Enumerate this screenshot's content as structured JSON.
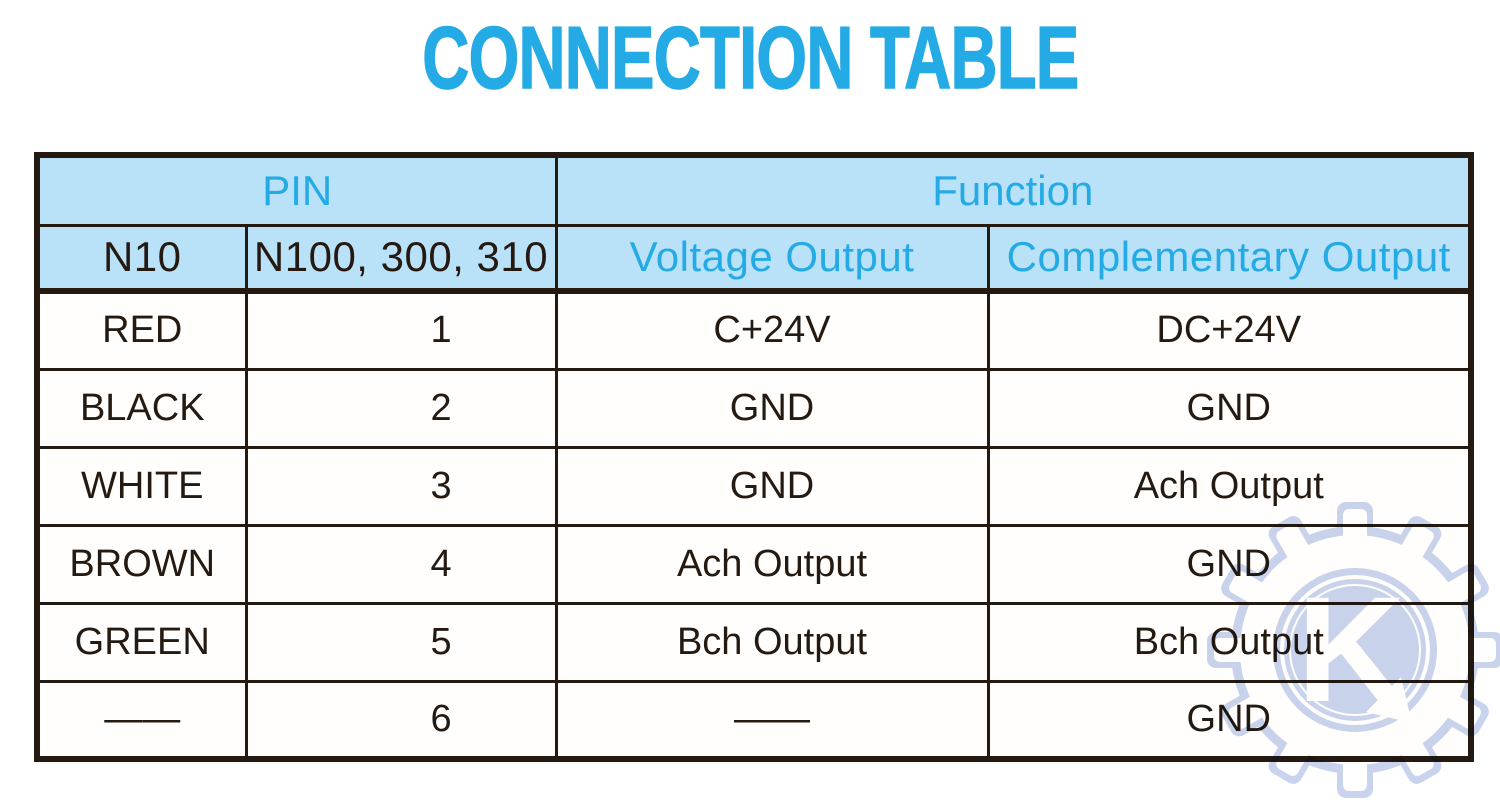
{
  "title": "CONNECTION TABLE",
  "colors": {
    "accent_cyan": "#24aae4",
    "header_bg": "#b9e2f8",
    "border_dark": "#251a12",
    "watermark_blue": "#c9d3ee"
  },
  "table": {
    "group_headers": [
      {
        "label": "PIN"
      },
      {
        "label": "Function"
      }
    ],
    "sub_headers": [
      {
        "label": "N10"
      },
      {
        "label": "N100, 300, 310"
      },
      {
        "label": "Voltage Output"
      },
      {
        "label": "Complementary Output"
      }
    ],
    "rows": [
      {
        "cells": [
          "RED",
          "1",
          "C+24V",
          "DC+24V"
        ]
      },
      {
        "cells": [
          "BLACK",
          "2",
          "GND",
          "GND"
        ]
      },
      {
        "cells": [
          "WHITE",
          "3",
          "GND",
          "Ach Output"
        ]
      },
      {
        "cells": [
          "BROWN",
          "4",
          "Ach Output",
          "GND"
        ]
      },
      {
        "cells": [
          "GREEN",
          "5",
          "Bch Output",
          "Bch Output"
        ]
      },
      {
        "cells": [
          "——",
          "6",
          "——",
          "GND"
        ]
      }
    ]
  },
  "watermark": {
    "letter": "K"
  }
}
